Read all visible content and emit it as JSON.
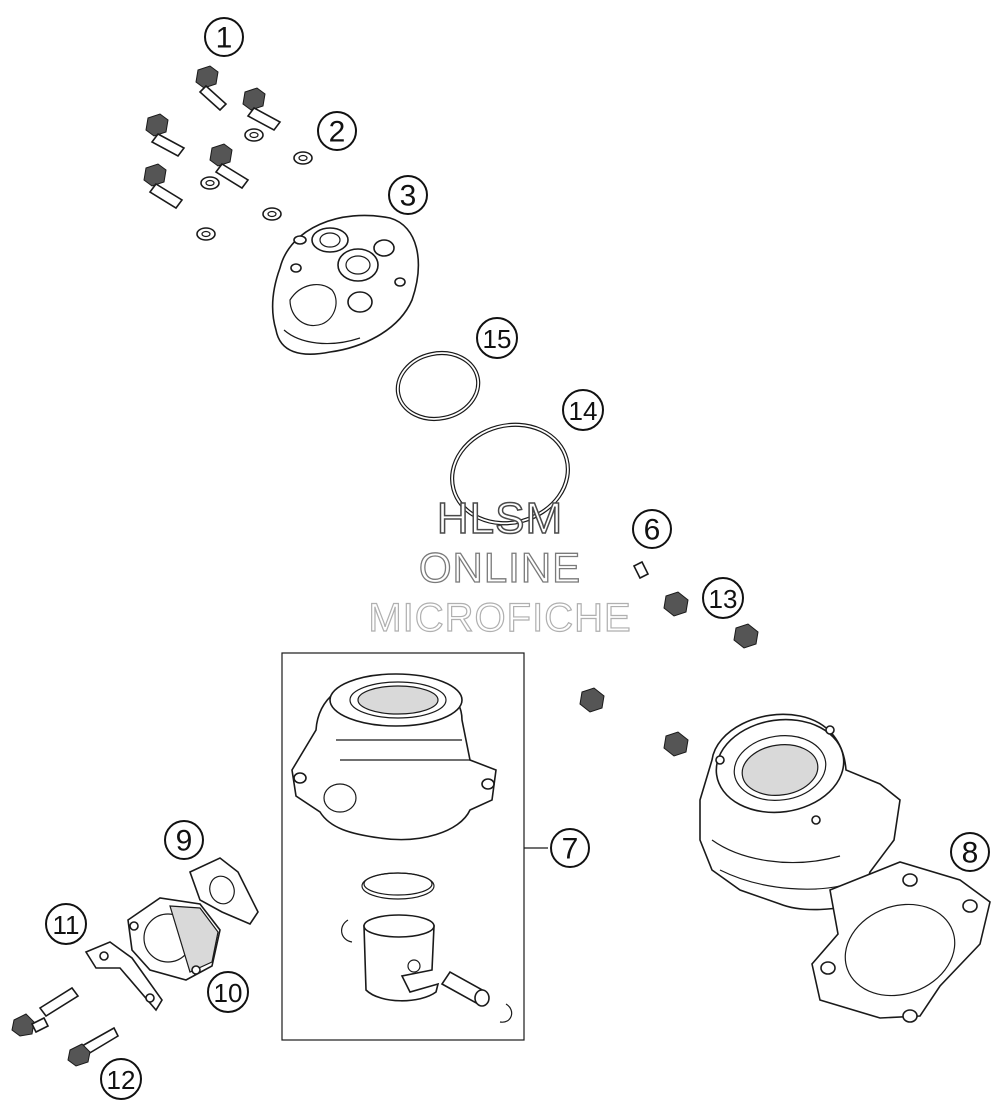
{
  "watermark": {
    "line1": "HLSM",
    "line2": "ONLINE",
    "line3": "MICROFICHE"
  },
  "callouts": {
    "c1": "1",
    "c2": "2",
    "c3": "3",
    "c6": "6",
    "c7": "7",
    "c8": "8",
    "c9": "9",
    "c10": "10",
    "c11": "11",
    "c12": "12",
    "c13": "13",
    "c14": "14",
    "c15": "15"
  },
  "colors": {
    "line": "#1a1a1a",
    "background": "#ffffff"
  }
}
